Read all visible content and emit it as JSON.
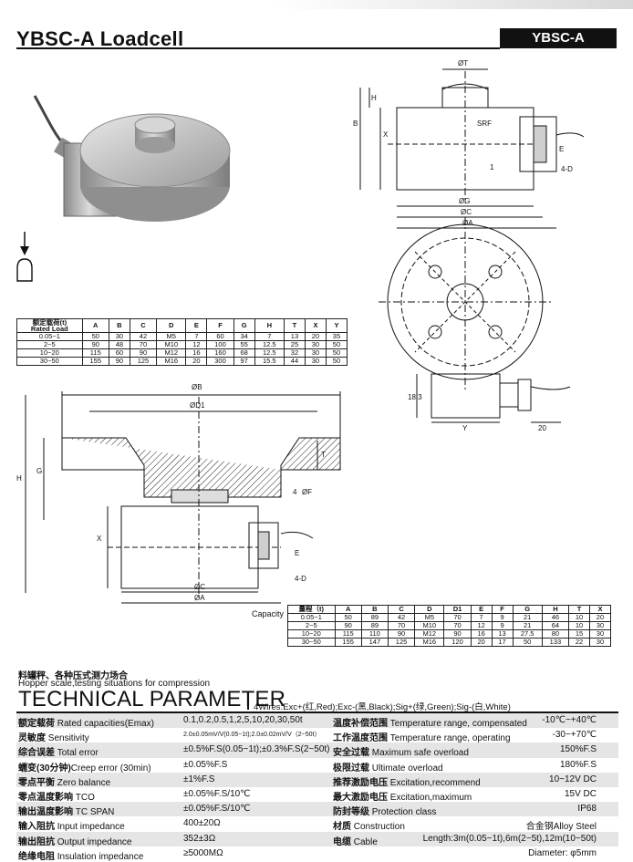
{
  "header": {
    "title": "YBSC-A Loadcell",
    "tag": "YBSC-A"
  },
  "drawing_top": {
    "dims": [
      "ØT",
      "H",
      "B",
      "X",
      "SRF",
      "1",
      "E",
      "4-D",
      "ØG",
      "ØC",
      "ØA",
      "18.3",
      "Y",
      "20"
    ]
  },
  "table_a": {
    "head_cn": "额定载荷(t)",
    "head_en": "Rated Load",
    "columns": [
      "A",
      "B",
      "C",
      "D",
      "E",
      "F",
      "G",
      "H",
      "T",
      "X",
      "Y"
    ],
    "rows": [
      [
        "0.05~1",
        "50",
        "30",
        "42",
        "M5",
        "7",
        "60",
        "34",
        "7",
        "13",
        "20",
        "35"
      ],
      [
        "2~5",
        "90",
        "48",
        "70",
        "M10",
        "12",
        "100",
        "55",
        "12.5",
        "25",
        "30",
        "50"
      ],
      [
        "10~20",
        "115",
        "60",
        "90",
        "M12",
        "16",
        "160",
        "68",
        "12.5",
        "32",
        "30",
        "50"
      ],
      [
        "30~50",
        "155",
        "90",
        "125",
        "M16",
        "20",
        "300",
        "97",
        "15.5",
        "44",
        "30",
        "50"
      ]
    ]
  },
  "drawing_bottom": {
    "dims": [
      "ØB",
      "ØD1",
      "T",
      "H",
      "G",
      "4",
      "ØF",
      "X",
      "E",
      "4-D",
      "ØC",
      "ØA"
    ]
  },
  "table_b": {
    "label": "Capacity",
    "head": "量程（t)",
    "columns": [
      "A",
      "B",
      "C",
      "D",
      "D1",
      "E",
      "F",
      "G",
      "H",
      "T",
      "X"
    ],
    "rows": [
      [
        "0.05~1",
        "50",
        "89",
        "42",
        "M5",
        "70",
        "7",
        "9",
        "21",
        "46",
        "10",
        "20"
      ],
      [
        "2~5",
        "90",
        "89",
        "70",
        "M10",
        "70",
        "12",
        "9",
        "21",
        "64",
        "10",
        "30"
      ],
      [
        "10~20",
        "115",
        "110",
        "90",
        "M12",
        "90",
        "16",
        "13",
        "27.5",
        "80",
        "15",
        "30"
      ],
      [
        "30~50",
        "155",
        "147",
        "125",
        "M16",
        "120",
        "20",
        "17",
        "50",
        "133",
        "22",
        "30"
      ]
    ]
  },
  "usage": {
    "cn": "料罐秤、各种压式测力场合",
    "en": "Hopper scale,testing situations for compression"
  },
  "tech": {
    "title": "TECHNICAL PARAMETER",
    "wires": "4Wires:Exc+(红,Red);Exc-(黑,Black);Sig+(绿,Green);Sig-(白,White)",
    "rows": [
      {
        "l_cn": "额定载荷",
        "l_en": " Rated capacities(Emax)",
        "v1": "0.1,0.2,0.5,1,2,5,10,20,30,50t",
        "l2_cn": "温度补偿范围",
        "l2_en": " Temperature range, compensated",
        "v2": "-10℃~+40℃",
        "shade": true
      },
      {
        "l_cn": "灵敏度",
        "l_en": " Sensitivity",
        "v1": "2.0±0.05mV/V(0.05~1t);2.0±0.02mV/V（2~50t）",
        "l2_cn": "工作温度范围",
        "l2_en": " Temperature range, operating",
        "v2": "-30~+70℃",
        "shade": false,
        "v1_small": true
      },
      {
        "l_cn": "综合误差",
        "l_en": " Total error",
        "v1": "±0.5%F.S(0.05~1t);±0.3%F.S(2~50t)",
        "l2_cn": "安全过载",
        "l2_en": " Maximum safe overload",
        "v2": "150%F.S",
        "shade": true
      },
      {
        "l_cn": "蠕变(30分钟)",
        "l_en": "Creep error (30min)",
        "v1": "±0.05%F.S",
        "l2_cn": "极限过载",
        "l2_en": " Ultimate overload",
        "v2": "180%F.S",
        "shade": false
      },
      {
        "l_cn": "零点平衡",
        "l_en": " Zero balance",
        "v1": "±1%F.S",
        "l2_cn": "推荐激励电压",
        "l2_en": " Excitation,recommend",
        "v2": "10~12V DC",
        "shade": true
      },
      {
        "l_cn": "零点温度影响",
        "l_en": " TCO",
        "v1": "±0.05%F.S/10℃",
        "l2_cn": "最大激励电压",
        "l2_en": " Excitation,maximum",
        "v2": "15V DC",
        "shade": false
      },
      {
        "l_cn": "输出温度影响",
        "l_en": " TC SPAN",
        "v1": "±0.05%F.S/10℃",
        "l2_cn": "防封等级",
        "l2_en": "  Protection class",
        "v2": "IP68",
        "shade": true
      },
      {
        "l_cn": "输入阻抗",
        "l_en": " Input  impedance",
        "v1": "400±20Ω",
        "l2_cn": "材质",
        "l2_en": " Construction",
        "v2": "合金钢Alloy Steel",
        "shade": false
      },
      {
        "l_cn": "输出阻抗",
        "l_en": " Output  impedance",
        "v1": "352±3Ω",
        "l2_cn": "电缆",
        "l2_en": " Cable",
        "v2": "Length:3m(0.05~1t),6m(2~5t),12m(10~50t)",
        "shade": true
      },
      {
        "l_cn": "绝缘电阻",
        "l_en": " Insulation impedance",
        "v1": "≥5000MΩ",
        "l2_cn": "",
        "l2_en": "",
        "v2": "Diameter: φ5mm",
        "shade": false
      }
    ]
  }
}
